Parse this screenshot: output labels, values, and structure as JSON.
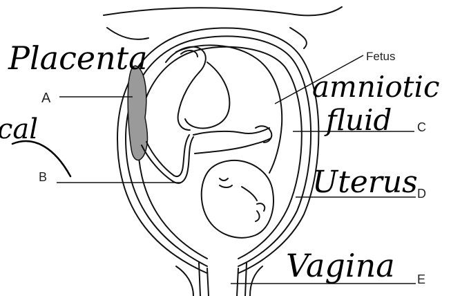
{
  "labels": {
    "a": "A",
    "b": "B",
    "c": "C",
    "d": "D",
    "e": "E",
    "fetus": "Fetus"
  },
  "handwriting": {
    "placenta": "Placenta",
    "umbilical_fragment": "cal",
    "amniotic_fluid_line1": "amniotic",
    "amniotic_fluid_line2": "fluid",
    "uterus": "Uterus",
    "vagina": "Vagina"
  },
  "colors": {
    "ink": "#000000",
    "line_art": "#111111",
    "placenta_fill": "#9a9a9a",
    "print_text": "#222222"
  }
}
